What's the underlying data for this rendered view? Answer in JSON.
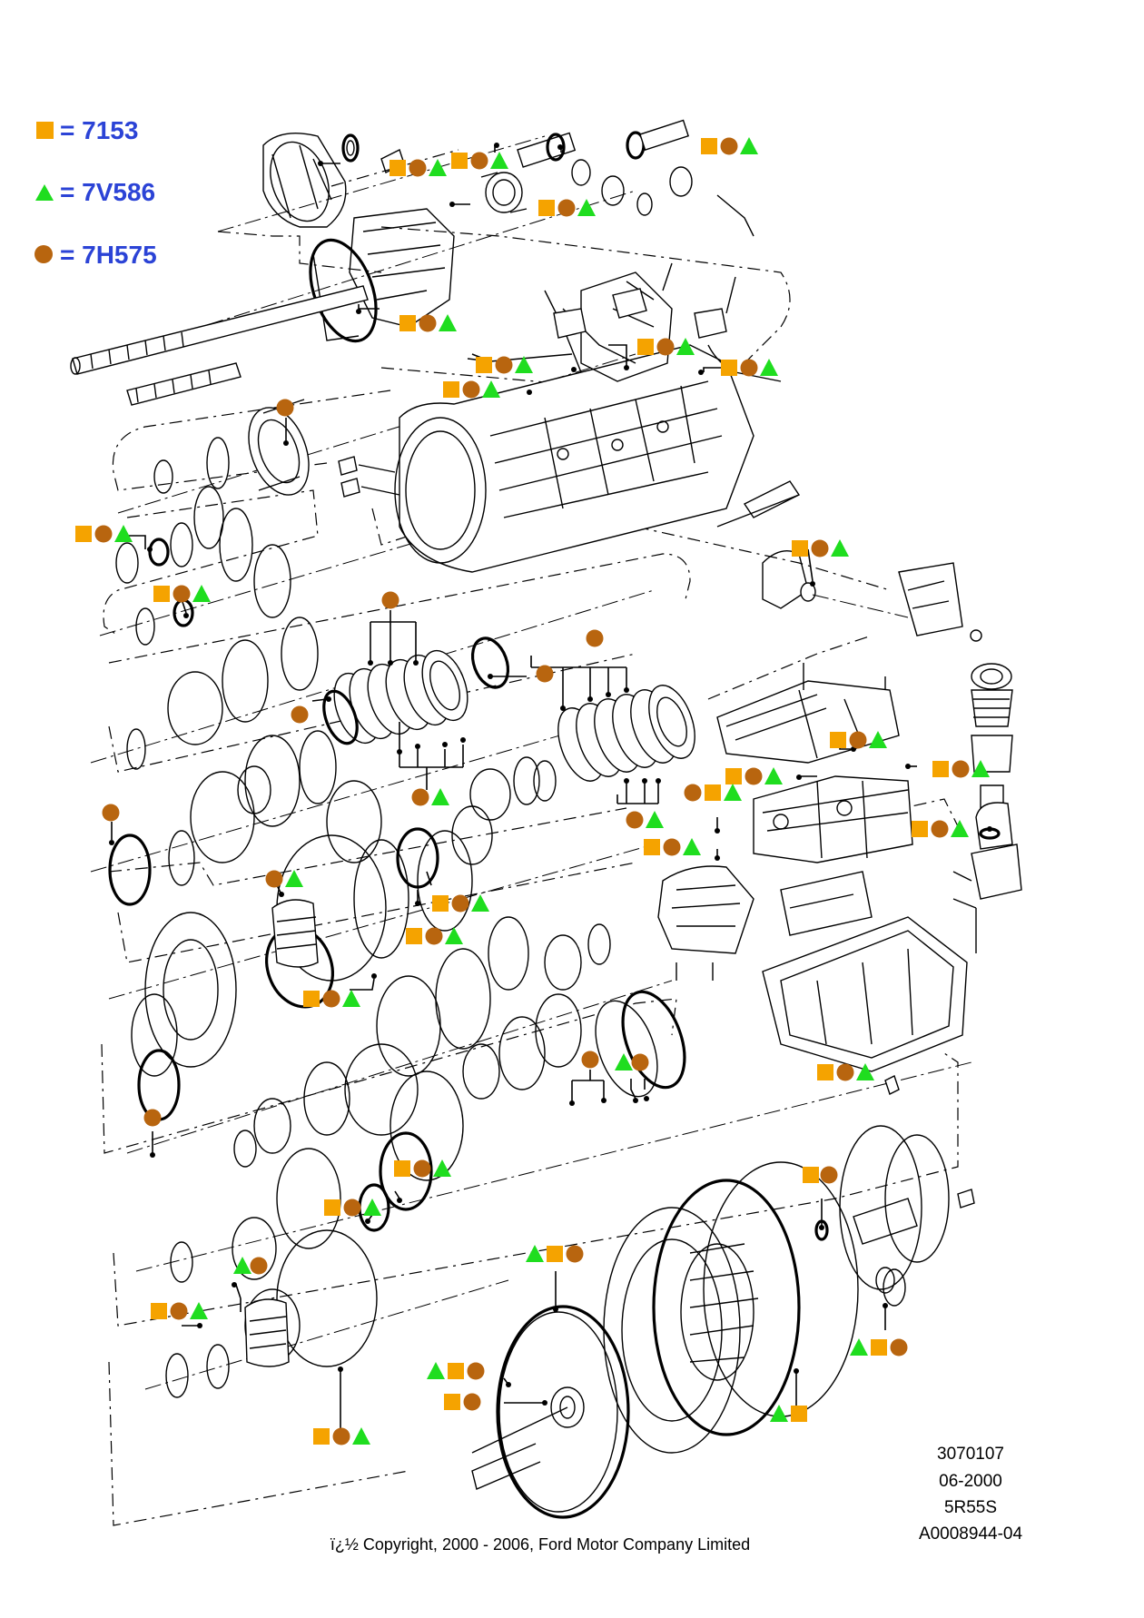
{
  "legend": [
    {
      "symbol": "square",
      "color": "#f5a300",
      "label": "= 7153"
    },
    {
      "symbol": "triangle",
      "color": "#1fdd1f",
      "label": "= 7V586"
    },
    {
      "symbol": "circle",
      "color": "#b8650f",
      "label": "= 7H575"
    }
  ],
  "reference": {
    "line1": "3070107",
    "line2": "06-2000",
    "line3": "5R55S",
    "line4": "A0008944-04"
  },
  "copyright": "ï¿½ Copyright, 2000 - 2006, Ford Motor Company Limited",
  "colors": {
    "square": "#f5a300",
    "triangle": "#1fdd1f",
    "circle": "#b8650f",
    "legend_text": "#2b43d6"
  },
  "callout_groups": [
    "square-circle-triangle",
    "square-circle-triangle",
    "square-circle-triangle",
    "square-circle-triangle",
    "circle",
    "square-circle",
    "triangle-square",
    "triangle-square-circle",
    "triangle-circle",
    "circle-triangle"
  ]
}
